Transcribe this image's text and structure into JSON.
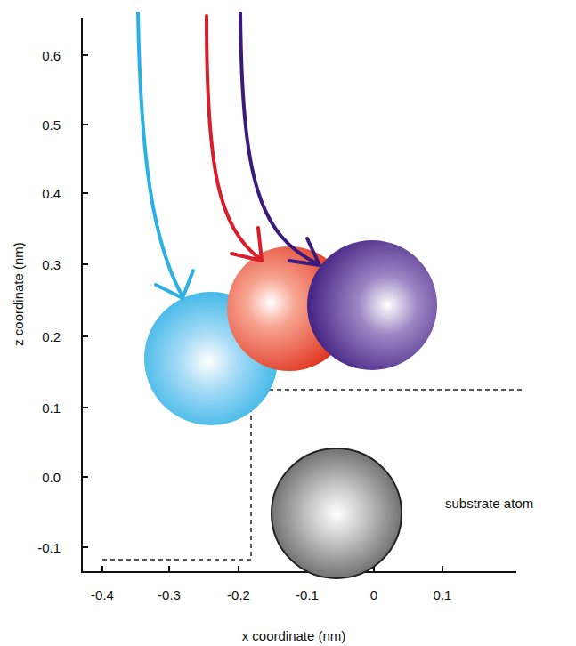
{
  "diagram": {
    "labels": [
      "0.6",
      "0.5",
      "0.4",
      "0.3",
      "0.2",
      "0.1",
      "0.0",
      "-0.1",
      "-0.4",
      "-0.3",
      "-0.2",
      "-0.1",
      "0",
      "0.1",
      "z coordinate (nm)",
      "x coordinate (nm)",
      "substrate atom"
    ]
  }
}
